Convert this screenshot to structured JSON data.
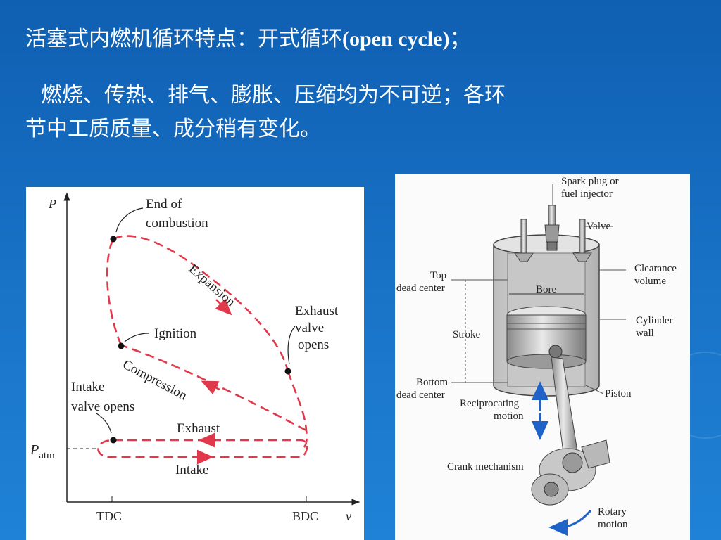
{
  "slide": {
    "title_cn": "活塞式内燃机循环特点：开式循环",
    "title_en": "(open cycle)",
    "title_punct": "；",
    "desc_line1": "燃烧、传热、排气、膨胀、压缩均为不可逆；各环",
    "desc_line2": "节中工质质量、成分稍有变化。"
  },
  "pv_diagram": {
    "axis_y": "P",
    "axis_x": "v",
    "p_atm_main": "P",
    "p_atm_sub": "atm",
    "tick_tdc": "TDC",
    "tick_bdc": "BDC",
    "end_of_combustion_1": "End of",
    "end_of_combustion_2": "combustion",
    "expansion": "Expansion",
    "exhaust_valve_1": "Exhaust",
    "exhaust_valve_2": "valve",
    "exhaust_valve_3": "opens",
    "ignition": "Ignition",
    "compression": "Compression",
    "intake_valve_1": "Intake",
    "intake_valve_2": "valve opens",
    "exhaust": "Exhaust",
    "intake": "Intake",
    "curve_color": "#e0394b"
  },
  "engine": {
    "spark_1": "Spark plug or",
    "spark_2": "fuel injector",
    "valve": "Valve",
    "top_dc_1": "Top",
    "top_dc_2": "dead center",
    "clearance_1": "Clearance",
    "clearance_2": "volume",
    "bore": "Bore",
    "cylinder_1": "Cylinder",
    "cylinder_2": "wall",
    "stroke": "Stroke",
    "bottom_dc_1": "Bottom",
    "bottom_dc_2": "dead center",
    "reciprocating_1": "Reciprocating",
    "reciprocating_2": "motion",
    "piston": "Piston",
    "crank": "Crank mechanism",
    "rotary_1": "Rotary",
    "rotary_2": "motion",
    "arrow_color": "#1f62c8"
  }
}
